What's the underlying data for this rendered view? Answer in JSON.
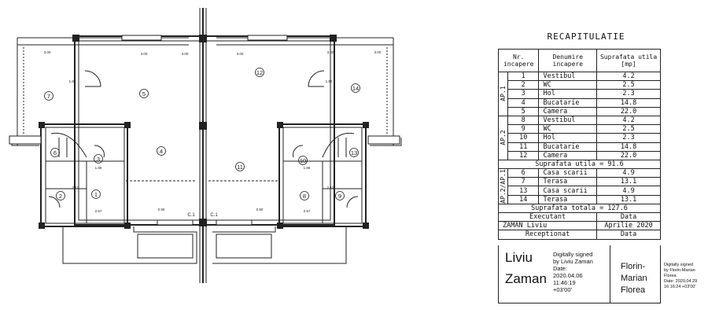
{
  "plan": {
    "room_numbers": [
      "1",
      "2",
      "3",
      "4",
      "5",
      "6",
      "7",
      "8",
      "9",
      "10",
      "11",
      "12",
      "13",
      "14"
    ],
    "axis_labels": [
      "C.1",
      "C.1"
    ],
    "dims": [
      "3.00",
      "3.00",
      "3.00",
      "3.00",
      "3.00",
      "3.00",
      "1.80",
      "1.80",
      "1.86",
      "1.86",
      "2.10",
      "2.10",
      "2.57",
      "2.57",
      "0.90",
      "0.90"
    ]
  },
  "recap": {
    "title": "RECAPITULATIE",
    "headers": {
      "nr": "Nr. incapere",
      "name": "Denumire incapere",
      "area": "Suprafata utila [mp]"
    },
    "groups": {
      "ap1": "AP.1",
      "ap2": "AP.2",
      "ap21": "AP.2/AP.1"
    },
    "rows": [
      {
        "nr": "1",
        "name": "Vestibul",
        "area": "4.2"
      },
      {
        "nr": "2",
        "name": "WC",
        "area": "2.5"
      },
      {
        "nr": "3",
        "name": "Hol",
        "area": "2.3"
      },
      {
        "nr": "4",
        "name": "Bucatarie",
        "area": "14.8"
      },
      {
        "nr": "5",
        "name": "Camera",
        "area": "22.0"
      },
      {
        "nr": "8",
        "name": "Vestibul",
        "area": "4.2"
      },
      {
        "nr": "9",
        "name": "WC",
        "area": "2.5"
      },
      {
        "nr": "10",
        "name": "Hol",
        "area": "2.3"
      },
      {
        "nr": "11",
        "name": "Bucatarie",
        "area": "14.8"
      },
      {
        "nr": "12",
        "name": "Camera",
        "area": "22.0"
      }
    ],
    "util_total": "Suprafata utila = 91.6",
    "rows2": [
      {
        "nr": "6",
        "name": "Casa scarii",
        "area": "4.9"
      },
      {
        "nr": "7",
        "name": "Terasa",
        "area": "13.1"
      },
      {
        "nr": "13",
        "name": "Casa scarii",
        "area": "4.9"
      },
      {
        "nr": "14",
        "name": "Terasa",
        "area": "13.1"
      }
    ],
    "grand_total": "Suprafata totala = 127.6",
    "executant_label": "Executant",
    "data_label": "Data",
    "executant_name": "ZAMAN Liviu",
    "executant_date": "Aprilie 2020",
    "receptionat_label": "Receptionat",
    "data_label2": "Data"
  },
  "signatures": {
    "left_name_1": "Liviu",
    "left_name_2": "Zaman",
    "left_digital": [
      "Digitally signed",
      "by Liviu Zaman",
      "Date:",
      "2020.04.06",
      "11:46:19",
      "+03'00'"
    ],
    "right_name_1": "Florin-",
    "right_name_2": "Marian",
    "right_name_3": "Florea",
    "right_digital": [
      "Digitally signed",
      "by Florin-Marian",
      "Florea",
      "Date: 2020.04.29",
      "16:16:24 +03'00'"
    ]
  }
}
